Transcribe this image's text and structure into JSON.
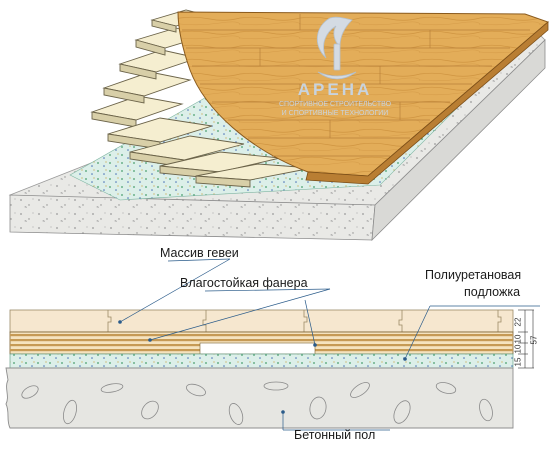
{
  "labels": {
    "massiv": "Массив гевеи",
    "fanera": "Влагостойкая фанера",
    "podlozhka_line1": "Полиуретановая",
    "podlozhka_line2": "подложка",
    "beton": "Бетонный пол"
  },
  "watermark": {
    "name": "АРЕНА",
    "line1": "СПОРТИВНОЕ СТРОИТЕЛЬСТВО",
    "line2": "И СПОРТИВНЫЕ ТЕХНОЛОГИИ"
  },
  "dimensions": {
    "d1": "22",
    "d2": "10",
    "d3": "10",
    "d4": "15",
    "total": "57"
  },
  "colors": {
    "wood": "#e3ad59",
    "plywood": "#f5eed0",
    "concrete": "#e6e6e2",
    "underlay": "#dbeee8",
    "massiv_layer": "#f6e7cf"
  }
}
